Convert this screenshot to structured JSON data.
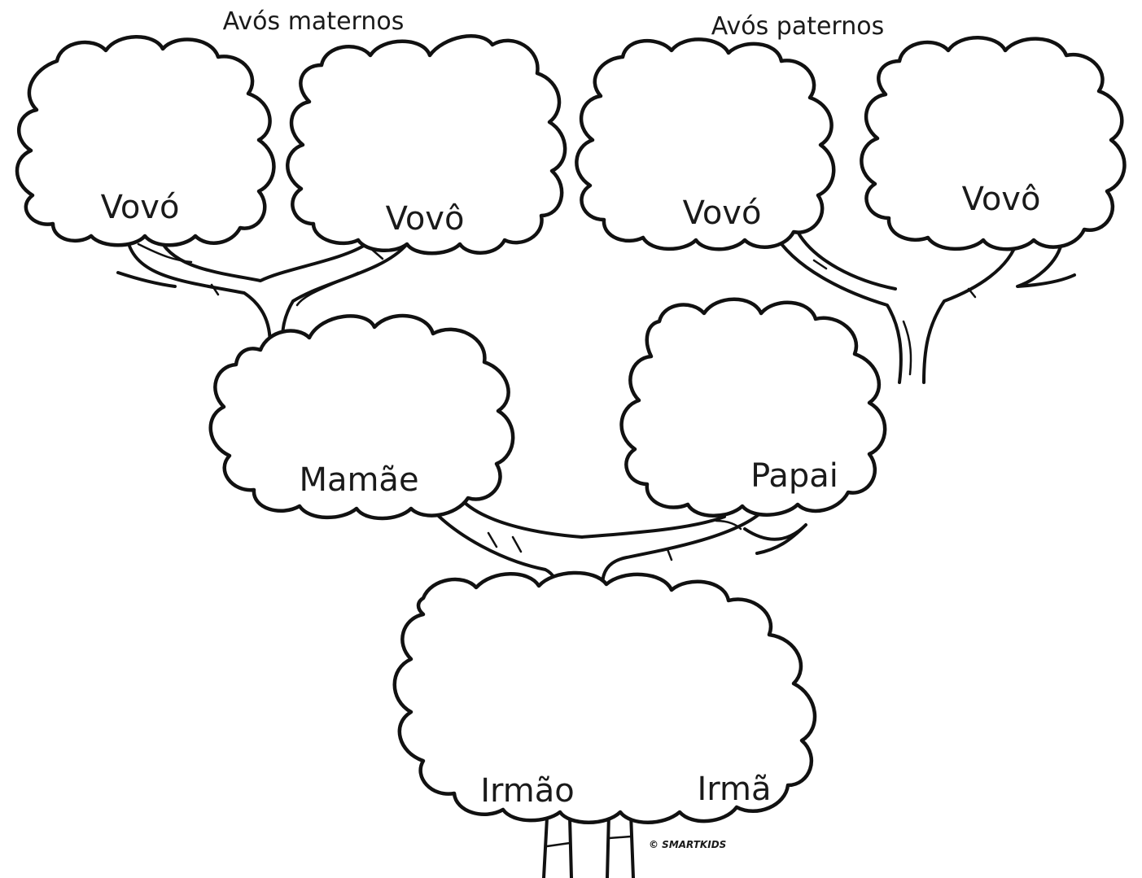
{
  "headers": {
    "maternal": "Avós maternos",
    "paternal": "Avós paternos"
  },
  "nodes": {
    "maternal_grandmother": "Vovó",
    "maternal_grandfather": "Vovô",
    "paternal_grandmother": "Vovó",
    "paternal_grandfather": "Vovô",
    "mother": "Mamãe",
    "father": "Papai",
    "brother": "Irmão",
    "sister": "Irmã"
  },
  "copyright": "© SMARTKIDS",
  "colors": {
    "ink": "#111111",
    "background": "#ffffff"
  }
}
